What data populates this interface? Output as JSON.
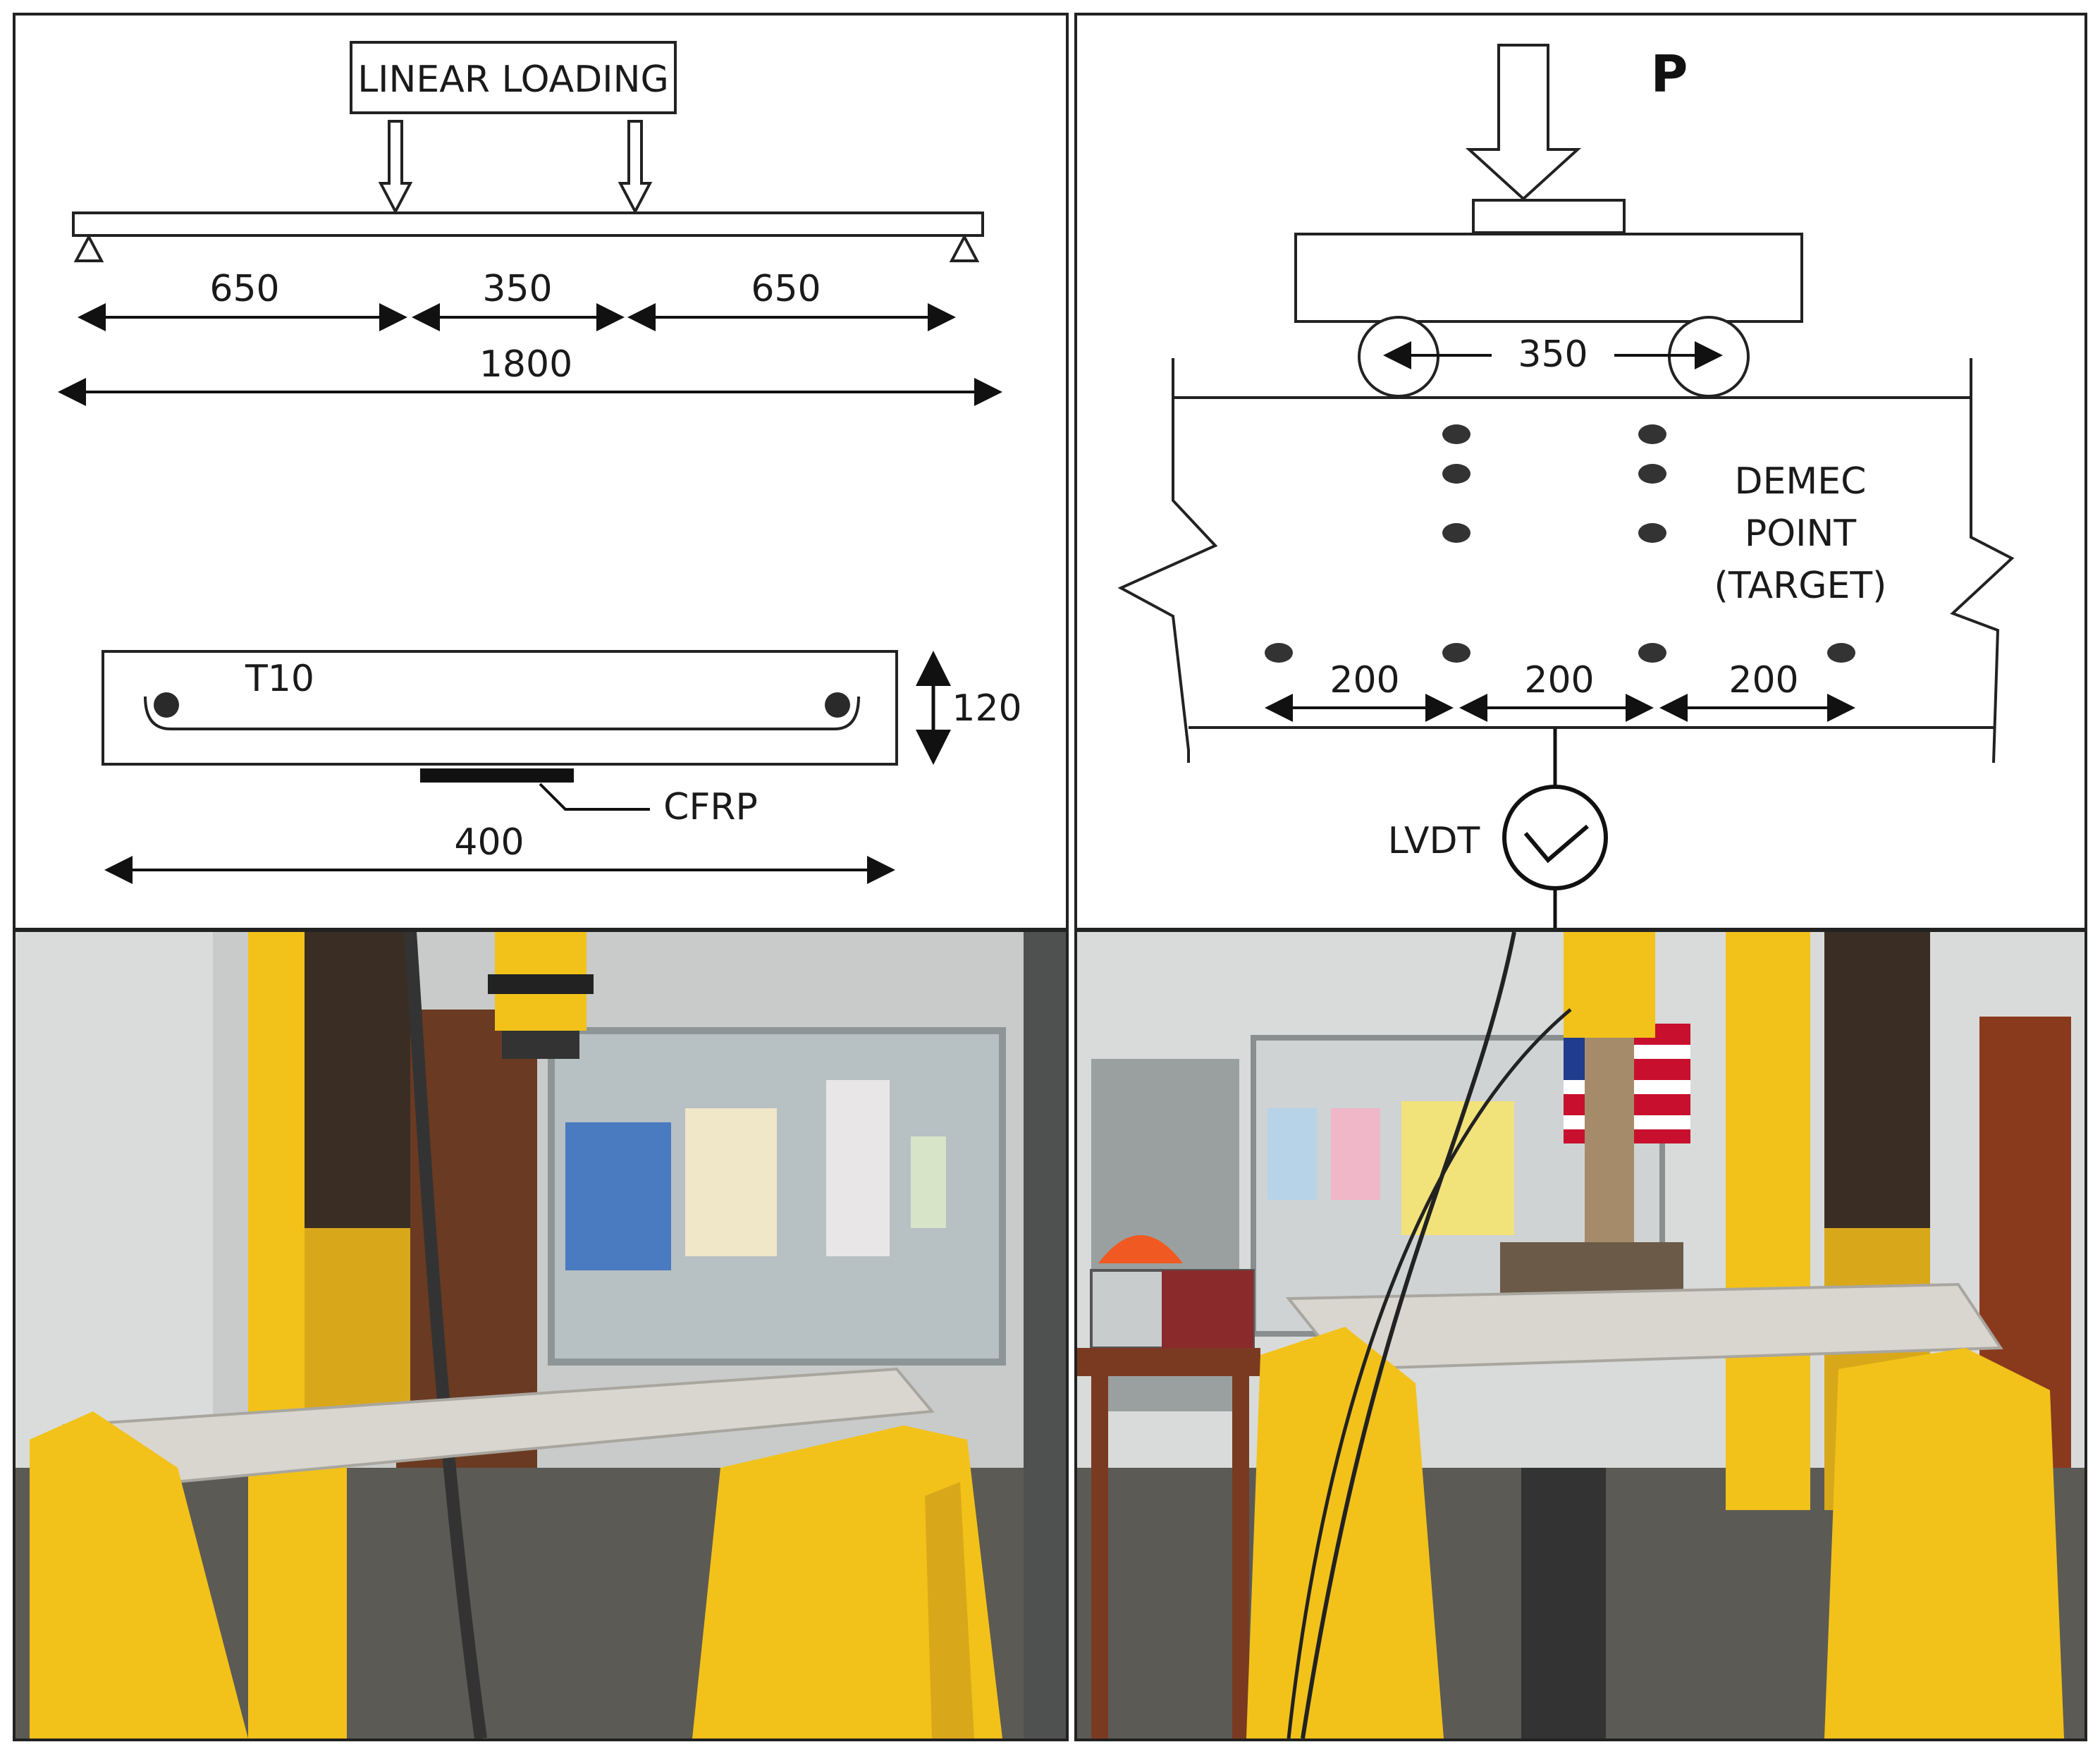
{
  "left_schematic": {
    "loading_label": "LINEAR LOADING",
    "spans": [
      "650",
      "350",
      "650"
    ],
    "total_span": "1800",
    "rebar_label": "T10",
    "depth": "120",
    "cfrp_label": "CFRP",
    "width": "400"
  },
  "right_schematic": {
    "load_label": "P",
    "roller_spacing": "350",
    "demec_label_lines": [
      "DEMEC",
      "POINT",
      "(TARGET)"
    ],
    "gauge_spacings": [
      "200",
      "200",
      "200"
    ],
    "lvdt_label": "LVDT"
  },
  "colors": {
    "rig_yellow": "#f2c21a",
    "concrete": "#d9d6cf",
    "floor": "#5c5a55",
    "wall": "#cfd3d4"
  }
}
